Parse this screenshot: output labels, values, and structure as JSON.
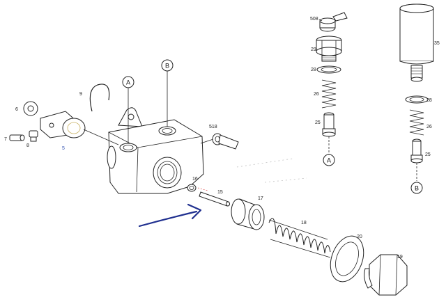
{
  "labels": {
    "p508": "508",
    "p29": "29",
    "p28a": "28",
    "p26a": "26",
    "p25a": "25",
    "callout_a_right": "A",
    "p35": "35",
    "p28b": "28",
    "p26b": "26",
    "p25b": "25",
    "callout_b_right": "B",
    "callout_a_main": "A",
    "callout_b_main": "B",
    "p9": "9",
    "p6": "6",
    "p7": "7",
    "p8": "8",
    "p5": "5",
    "p518": "518",
    "p16": "16",
    "p15": "15",
    "p17": "17",
    "p18": "18",
    "p20": "20",
    "p19": "19"
  },
  "colors": {
    "line": "#222222",
    "arrow": "#1f2f8f",
    "label5": "#3050b0"
  }
}
